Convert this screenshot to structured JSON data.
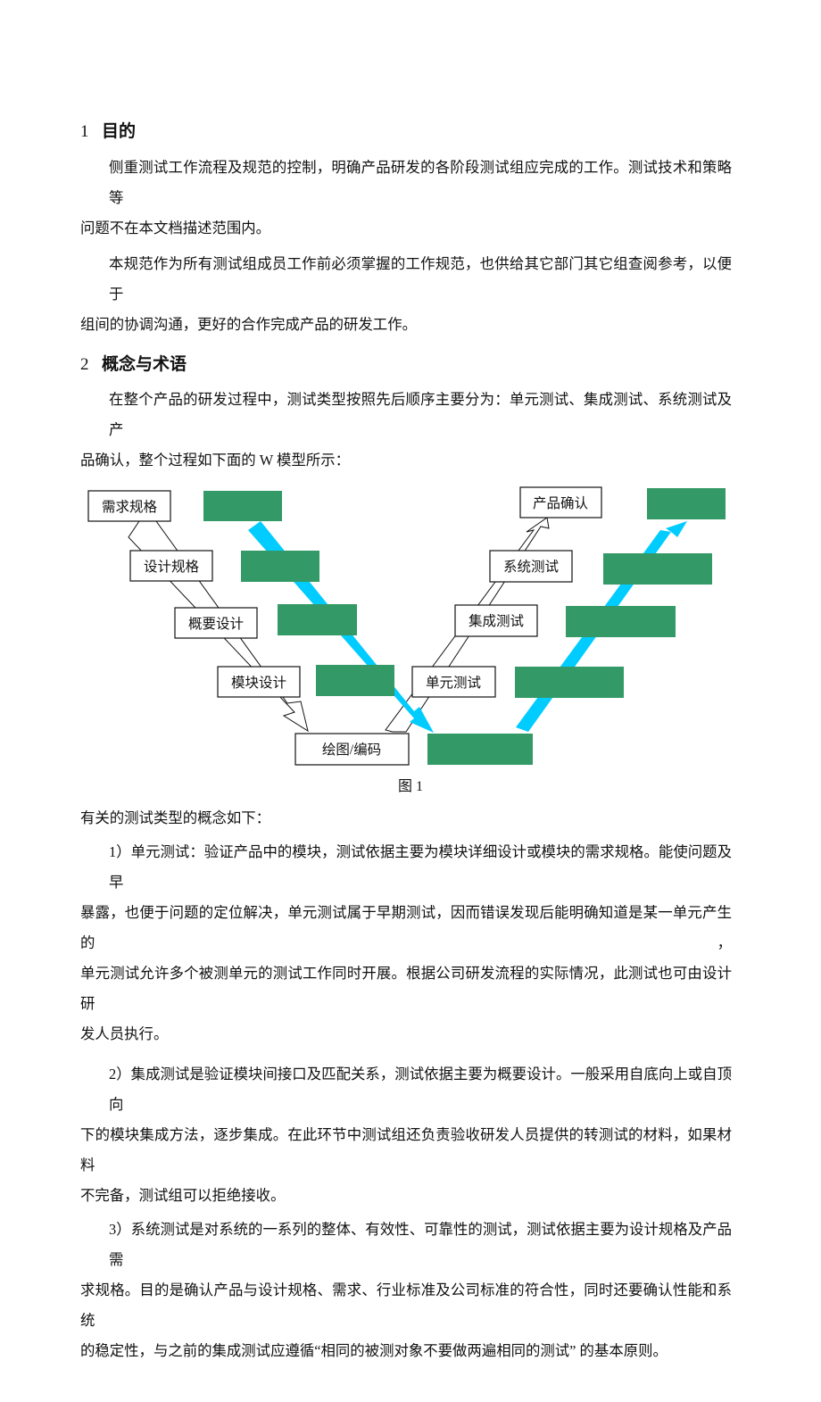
{
  "sec1": {
    "num": "1",
    "title": "目的",
    "p1": [
      "侧重测试工作流程及规范的控制，明确产品研发的各阶段测试组应完成的工作。测试技术和策略等",
      "问题不在本文档描述范围内。"
    ],
    "p2": [
      "本规范作为所有测试组成员工作前必须掌握的工作规范，也供给其它部门其它组查阅参考，以便于",
      "组间的协调沟通，更好的合作完成产品的研发工作。"
    ]
  },
  "sec2": {
    "num": "2",
    "title": "概念与术语",
    "p1": [
      "在整个产品的研发过程中，测试类型按照先后顺序主要分为：单元测试、集成测试、系统测试及产",
      "品确认，整个过程如下面的 W 模型所示："
    ]
  },
  "diagram": {
    "left": [
      "需求规格",
      "设计规格",
      "概要设计",
      "模块设计"
    ],
    "bottom": "绘图/编码",
    "right": [
      "单元测试",
      "集成测试",
      "系统测试",
      "产品确认"
    ],
    "colors": {
      "green": "#339966",
      "cyan": "#00ccff"
    }
  },
  "caption": "图 1",
  "intro": "有关的测试类型的概念如下：",
  "items": [
    [
      "1）单元测试：验证产品中的模块，测试依据主要为模块详细设计或模块的需求规格。能使问题及早",
      "暴露，也便于问题的定位解决，单元测试属于早期测试，因而错误发现后能明确知道是某一单元产生的，",
      "单元测试允许多个被测单元的测试工作同时开展。根据公司研发流程的实际情况，此测试也可由设计研",
      "发人员执行。"
    ],
    [
      "2）集成测试是验证模块间接口及匹配关系，测试依据主要为概要设计。一般采用自底向上或自顶向",
      "下的模块集成方法，逐步集成。在此环节中测试组还负责验收研发人员提供的转测试的材料，如果材料",
      "不完备，测试组可以拒绝接收。"
    ],
    [
      "3）系统测试是对系统的一系列的整体、有效性、可靠性的测试，测试依据主要为设计规格及产品需",
      "求规格。目的是确认产品与设计规格、需求、行业标准及公司标准的符合性，同时还要确认性能和系统",
      "的稳定性，与之前的集成测试应遵循“相同的被测对象不要做两遍相同的测试” 的基本原则。"
    ]
  ]
}
